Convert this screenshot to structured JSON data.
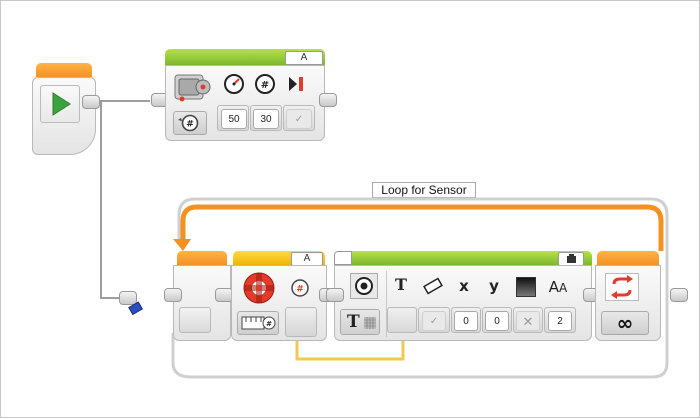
{
  "start_block": {
    "icon": "play-icon"
  },
  "motor_block": {
    "port": "A",
    "mode_icon": "rotations-icon",
    "params": [
      {
        "icon": "power-icon",
        "value": "50"
      },
      {
        "icon": "rotations-count-icon",
        "value": "30"
      },
      {
        "icon": "brake-icon",
        "value": "✓"
      }
    ]
  },
  "loop": {
    "label": "Loop for Sensor",
    "mode_symbol": "∞"
  },
  "sensor_block": {
    "port": "A",
    "mode_icon": "compare-icon"
  },
  "display_block": {
    "port_icon": "brick-icon",
    "mode_text": "T",
    "params": [
      {
        "label": "T",
        "value": ""
      },
      {
        "label": "eraser",
        "value": "✓"
      },
      {
        "label": "x",
        "value": "0"
      },
      {
        "label": "y",
        "value": "0"
      },
      {
        "label": "color",
        "value": "✕"
      },
      {
        "label": "AA",
        "value": "2"
      }
    ]
  },
  "colors": {
    "action_green": "#8cc63f",
    "flow_orange": "#f39222",
    "sensor_yellow": "#f5c400",
    "wire_gray": "#9e9e9e",
    "data_wire": "#f2c94c"
  }
}
